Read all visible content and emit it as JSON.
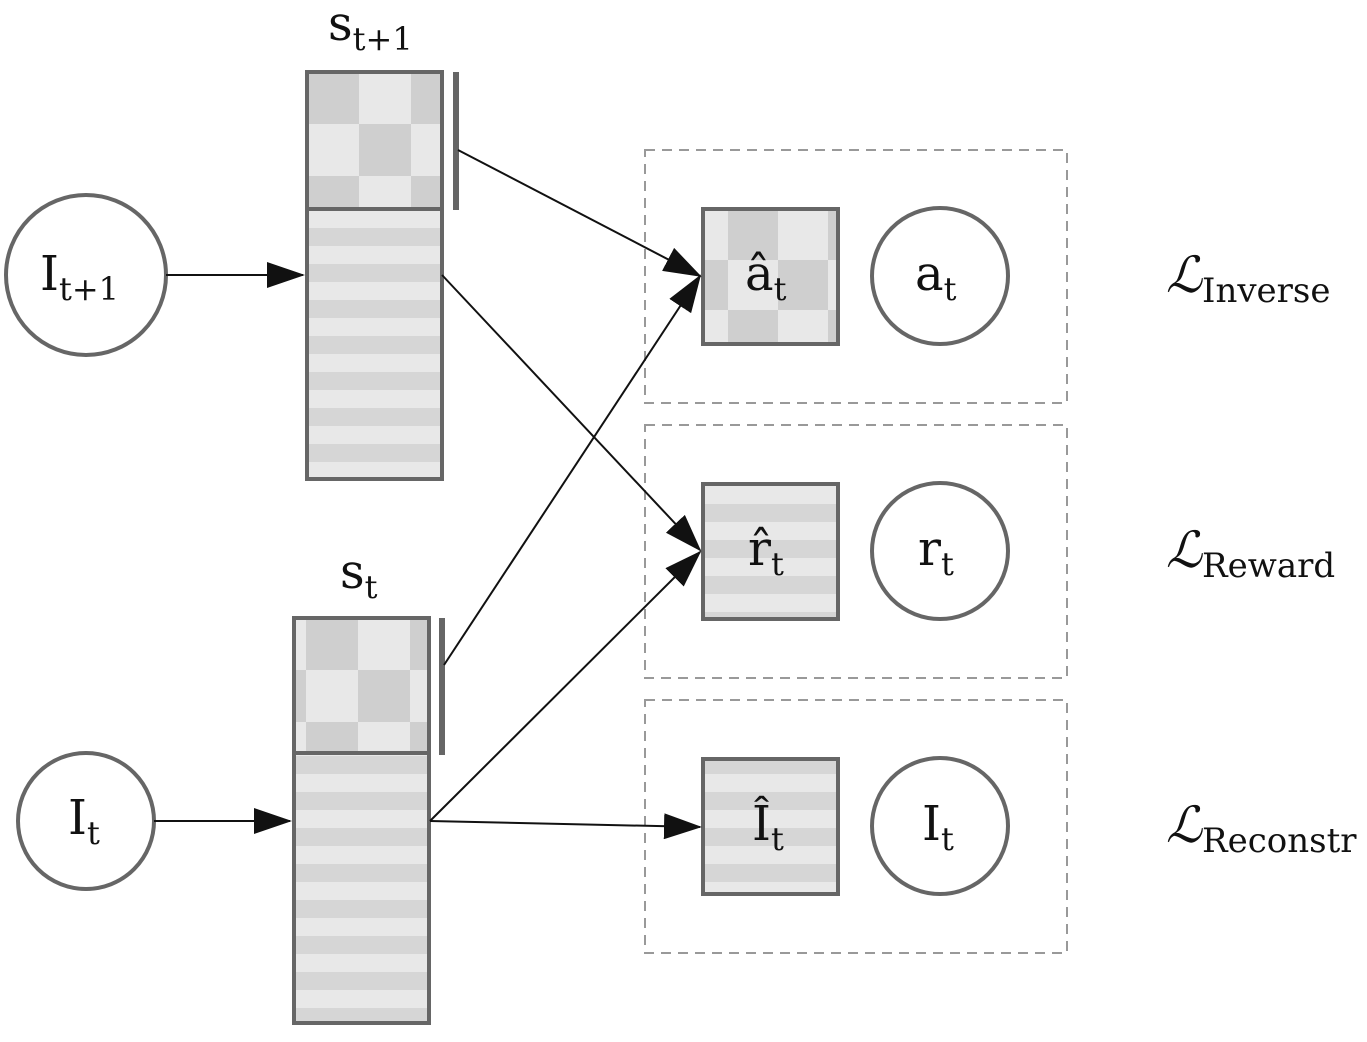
{
  "nodes": {
    "input_next": {
      "main": "I",
      "sub": "t+1"
    },
    "input_curr": {
      "main": "I",
      "sub": "t"
    },
    "state_next": {
      "main": "s",
      "sub": "t+1"
    },
    "state_curr": {
      "main": "s",
      "sub": "t"
    }
  },
  "predictions": {
    "action": {
      "main": "â",
      "sub": "t"
    },
    "reward": {
      "main": "r̂",
      "sub": "t"
    },
    "image": {
      "main": "Î",
      "sub": "t"
    }
  },
  "targets": {
    "action": {
      "main": "a",
      "sub": "t"
    },
    "reward": {
      "main": "r",
      "sub": "t"
    },
    "image": {
      "main": "I",
      "sub": "t"
    }
  },
  "losses": {
    "inverse": {
      "symbol": "ℒ",
      "sub": "Inverse"
    },
    "reward": {
      "symbol": "ℒ",
      "sub": "Reward"
    },
    "reconstruction": {
      "symbol": "ℒ",
      "sub": "Reconstr"
    }
  },
  "colors": {
    "stroke": "#666666",
    "fill_light": "#e8e8e8",
    "fill_dark": "#cfcfcf",
    "arrow": "#111111",
    "dash": "#999999"
  }
}
